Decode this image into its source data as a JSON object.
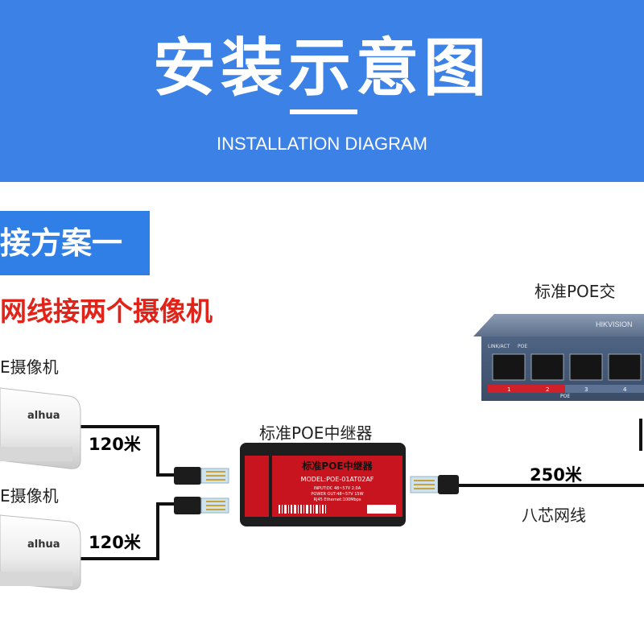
{
  "header": {
    "title": "安装示意图",
    "subtitle": "INSTALLATION DIAGRAM"
  },
  "scheme_label": "接方案一",
  "description": "网线接两个摄像机",
  "switch": {
    "label": "标准POE交",
    "brand": "HIKVISION",
    "port_bar_label": "POE",
    "ports": [
      "1",
      "2",
      "3",
      "4"
    ],
    "port_tags": [
      "LINK/ACT",
      "POE"
    ]
  },
  "repeater": {
    "label": "标准POE中继器",
    "face_title": "标准POE中继器",
    "model": "MODEL:POE-01AT02AF",
    "specs": [
      "INPUT:DC 48~57V 2.0A",
      "POWER OUT:48~57V 15W",
      "RJ45 Ethernet:100Mbps"
    ]
  },
  "cameras": [
    {
      "label": "E摄像机",
      "brand": "alhua",
      "cable_length": "120米"
    },
    {
      "label": "E摄像机",
      "brand": "alhua",
      "cable_length": "120米"
    }
  ],
  "uplink": {
    "cable_length": "250米",
    "cable_type": "八芯网线"
  },
  "colors": {
    "header_bg": "#3c82e6",
    "scheme_bg": "#2f7fe6",
    "accent_red": "#e2231a",
    "device_red": "#c8141e"
  }
}
